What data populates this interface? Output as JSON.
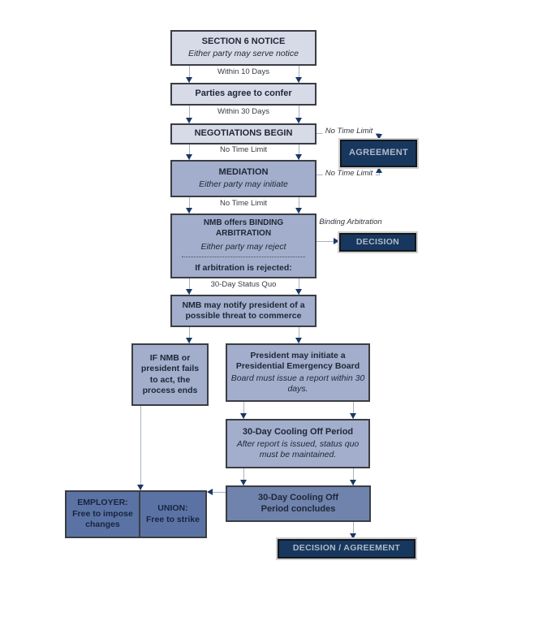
{
  "diagram": {
    "nodes": {
      "section6": {
        "title": "SECTION 6 NOTICE",
        "subtitle": "Either party may serve notice"
      },
      "confer": {
        "title": "Parties agree to confer"
      },
      "negotiations": {
        "title": "NEGOTIATIONS BEGIN"
      },
      "agreement": {
        "title": "AGREEMENT"
      },
      "mediation": {
        "title": "MEDIATION",
        "subtitle": "Either party may initiate"
      },
      "arbitration": {
        "title": "NMB offers BINDING ARBITRATION",
        "subtitle": "Either party may reject",
        "footer": "If arbitration is rejected:"
      },
      "decision": {
        "title": "DECISION"
      },
      "nmb_notify": {
        "title": "NMB may notify president of a possible threat to commerce"
      },
      "if_nmb": {
        "title": "IF NMB or president fails to act, the process ends"
      },
      "president": {
        "title": "President may initiate a Presidential Emergency Board",
        "subtitle": "Board must issue a report within 30 days."
      },
      "cooling_off": {
        "title": "30-Day Cooling Off Period",
        "subtitle": "After report is issued, status quo must be maintained."
      },
      "cooling_concludes": {
        "title": "30-Day Cooling Off Period concludes"
      },
      "employer": {
        "title": "EMPLOYER:",
        "subtitle": "Free to impose changes"
      },
      "union": {
        "title": "UNION:",
        "subtitle": "Free to strike"
      },
      "decision_agreement": {
        "title": "DECISION / AGREEMENT"
      }
    },
    "edge_labels": {
      "within_10_days": "Within 10 Days",
      "within_30_days": "Within 30 Days",
      "no_time_limit_negotiations": "No Time Limit",
      "no_time_limit_mediation": "No Time Limit",
      "no_time_limit_to_agreement_top": "No Time Limit",
      "no_time_limit_to_agreement_bottom": "No Time Limit",
      "status_quo_30_day": "30-Day Status Quo",
      "binding_arbitration": "Binding Arbitration"
    },
    "colors": {
      "light_node": "#d7dbe8",
      "mid_node": "#a2aecb",
      "dark_node": "#6f83ac",
      "darker_node": "#5b73a4",
      "terminal_node": "#17375e",
      "terminal_text": "#b0bac9",
      "border": "#3a3d44",
      "connector_line": "#a9b2c0",
      "arrowhead": "#1b3764"
    }
  }
}
